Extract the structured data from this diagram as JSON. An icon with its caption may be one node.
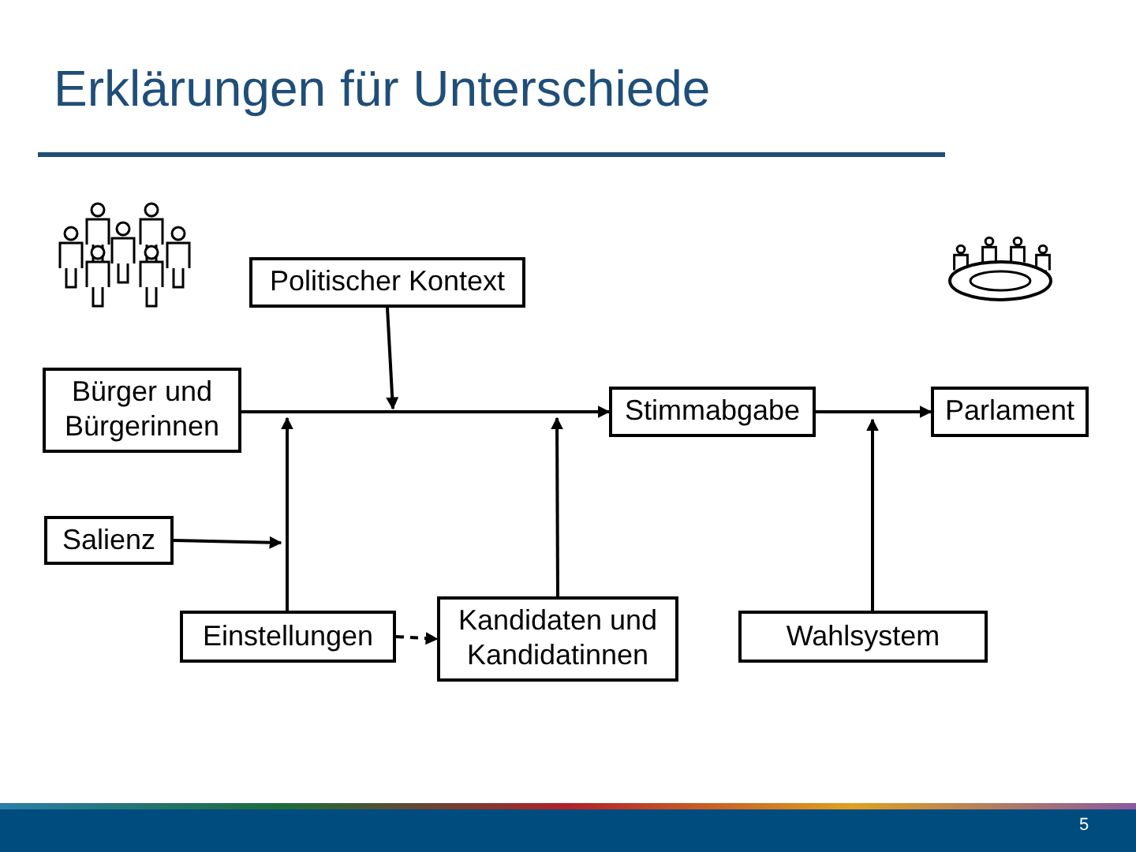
{
  "diagram": {
    "title": "Erklärungen für Unterschiede",
    "nodes": [
      {
        "text": [
          "Politischer Kontext"
        ]
      },
      {
        "text": [
          "Bürger und Bürgerinnen"
        ]
      },
      {
        "text": [
          "Stimmabgabe"
        ]
      },
      {
        "text": [
          "Parlament"
        ]
      },
      {
        "text": [
          "Salienz"
        ]
      },
      {
        "text": [
          "Einstellungen"
        ]
      },
      {
        "text": [
          "Kandidaten und Kandidatinnen"
        ]
      },
      {
        "text": [
          "Wahlsystem"
        ]
      }
    ],
    "edges": [
      {
        "from": 1,
        "to": 2,
        "arrow": "to"
      },
      {
        "from": 0,
        "to": null,
        "arrow": "to"
      },
      {
        "from": 5,
        "to": null,
        "arrow": "to"
      },
      {
        "from": 4,
        "to": null,
        "arrow": "to"
      },
      {
        "from": 6,
        "to": null,
        "arrow": "to"
      },
      {
        "from": 5,
        "to": 6,
        "arrow": "to",
        "style": "dashed"
      },
      {
        "from": 2,
        "to": 3,
        "arrow": "to"
      },
      {
        "from": 7,
        "to": null,
        "arrow": "to"
      }
    ],
    "labels": [
      "5"
    ]
  }
}
